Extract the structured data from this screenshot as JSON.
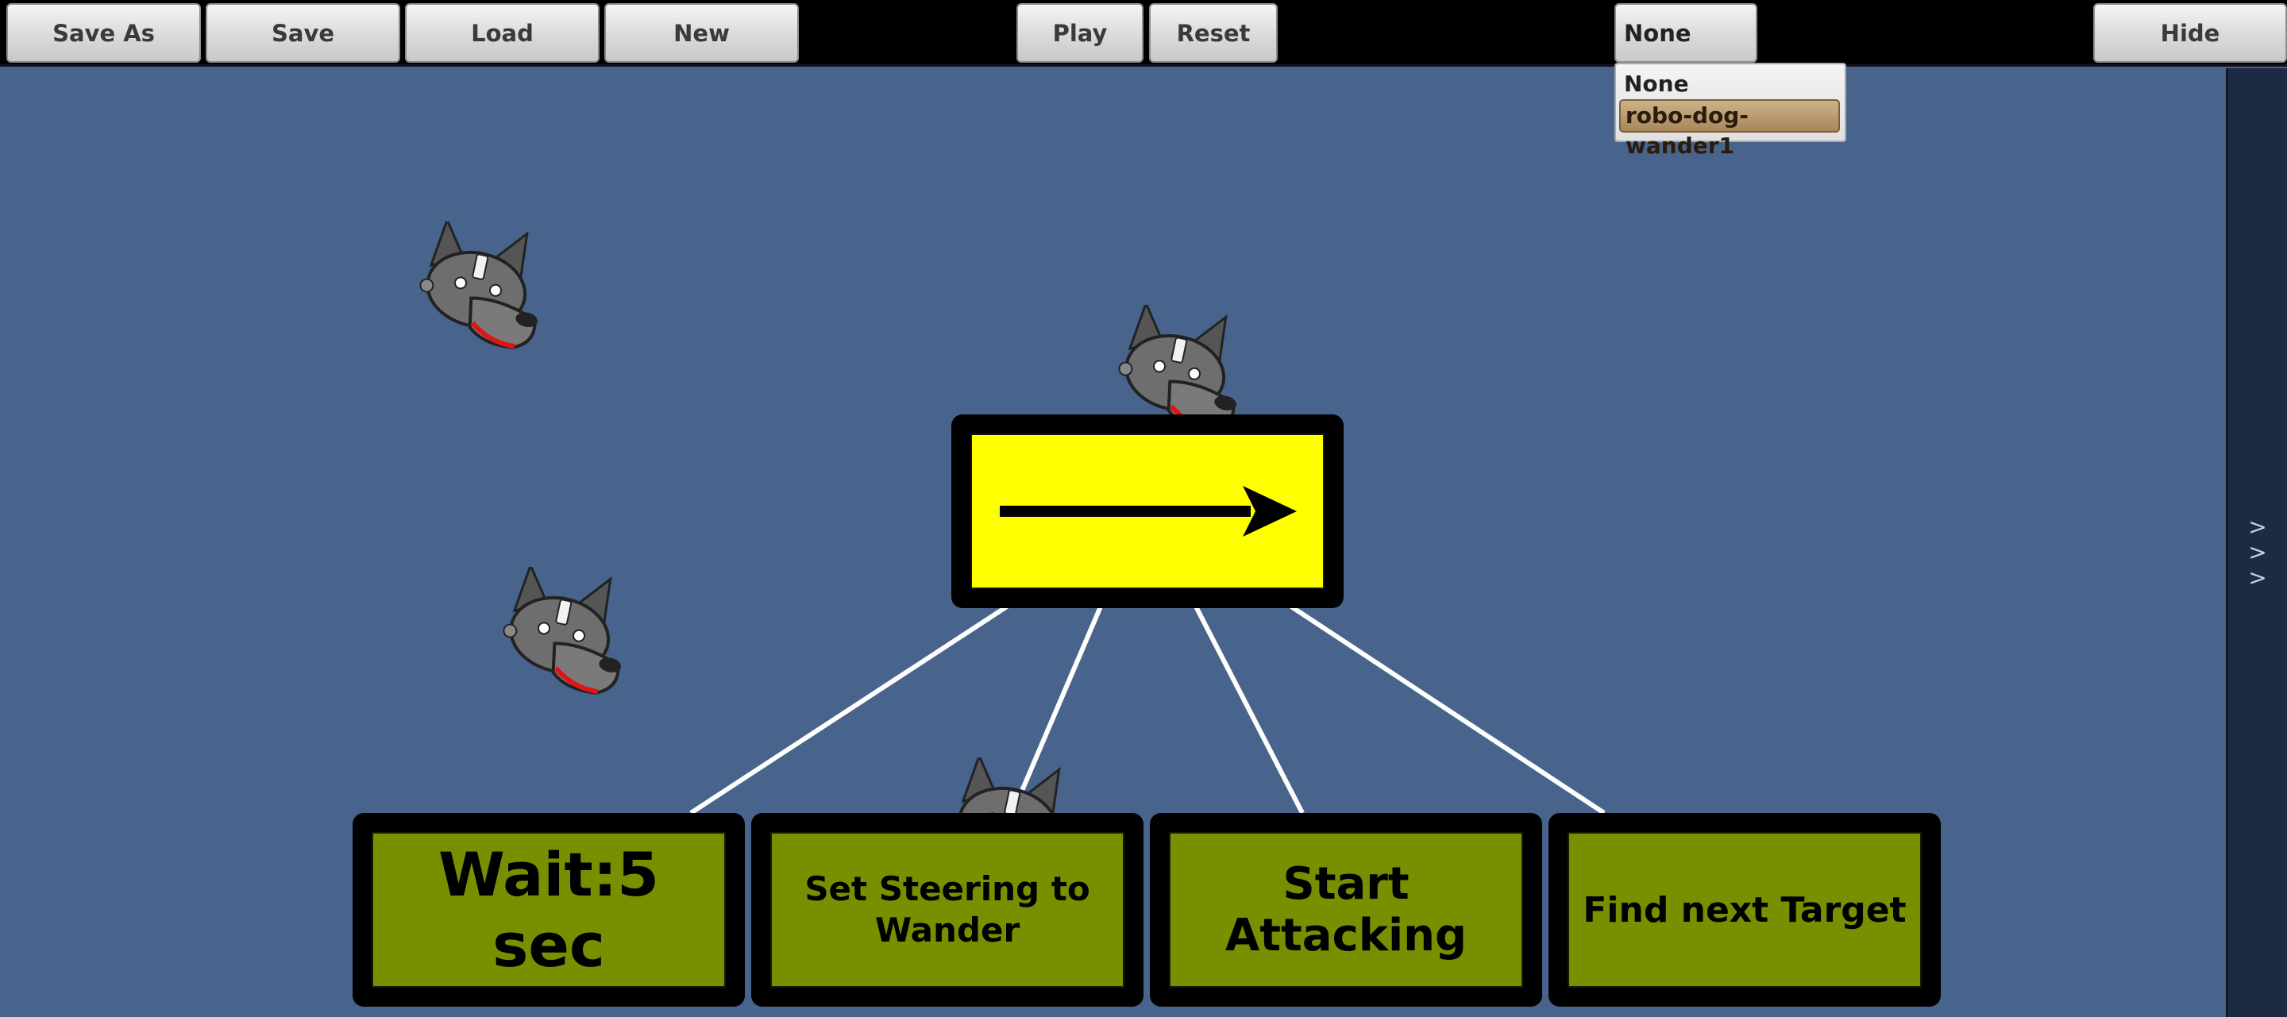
{
  "toolbar": {
    "save_as_label": "Save As",
    "save_label": "Save",
    "load_label": "Load",
    "new_label": "New",
    "play_label": "Play",
    "reset_label": "Reset",
    "agent_select_value": "None",
    "hide_label": "Hide"
  },
  "agent_dropdown": {
    "options": [
      "None",
      "robo-dog-wander1"
    ],
    "highlighted": "robo-dog-wander1"
  },
  "side_panel": {
    "toggle_glyphs": [
      ">",
      ">",
      ">"
    ]
  },
  "tree": {
    "root": {
      "type": "sequence",
      "icon": "arrow-right-icon"
    },
    "children": [
      {
        "label": "Wait:5 sec"
      },
      {
        "label": "Set Steering to Wander"
      },
      {
        "label": "Start Attacking"
      },
      {
        "label": "Find next Target"
      }
    ]
  },
  "colors": {
    "canvas": "#48648c",
    "root_fill": "#ffff00",
    "leaf_fill": "#789000",
    "dropdown_highlight": "#b8986a"
  }
}
